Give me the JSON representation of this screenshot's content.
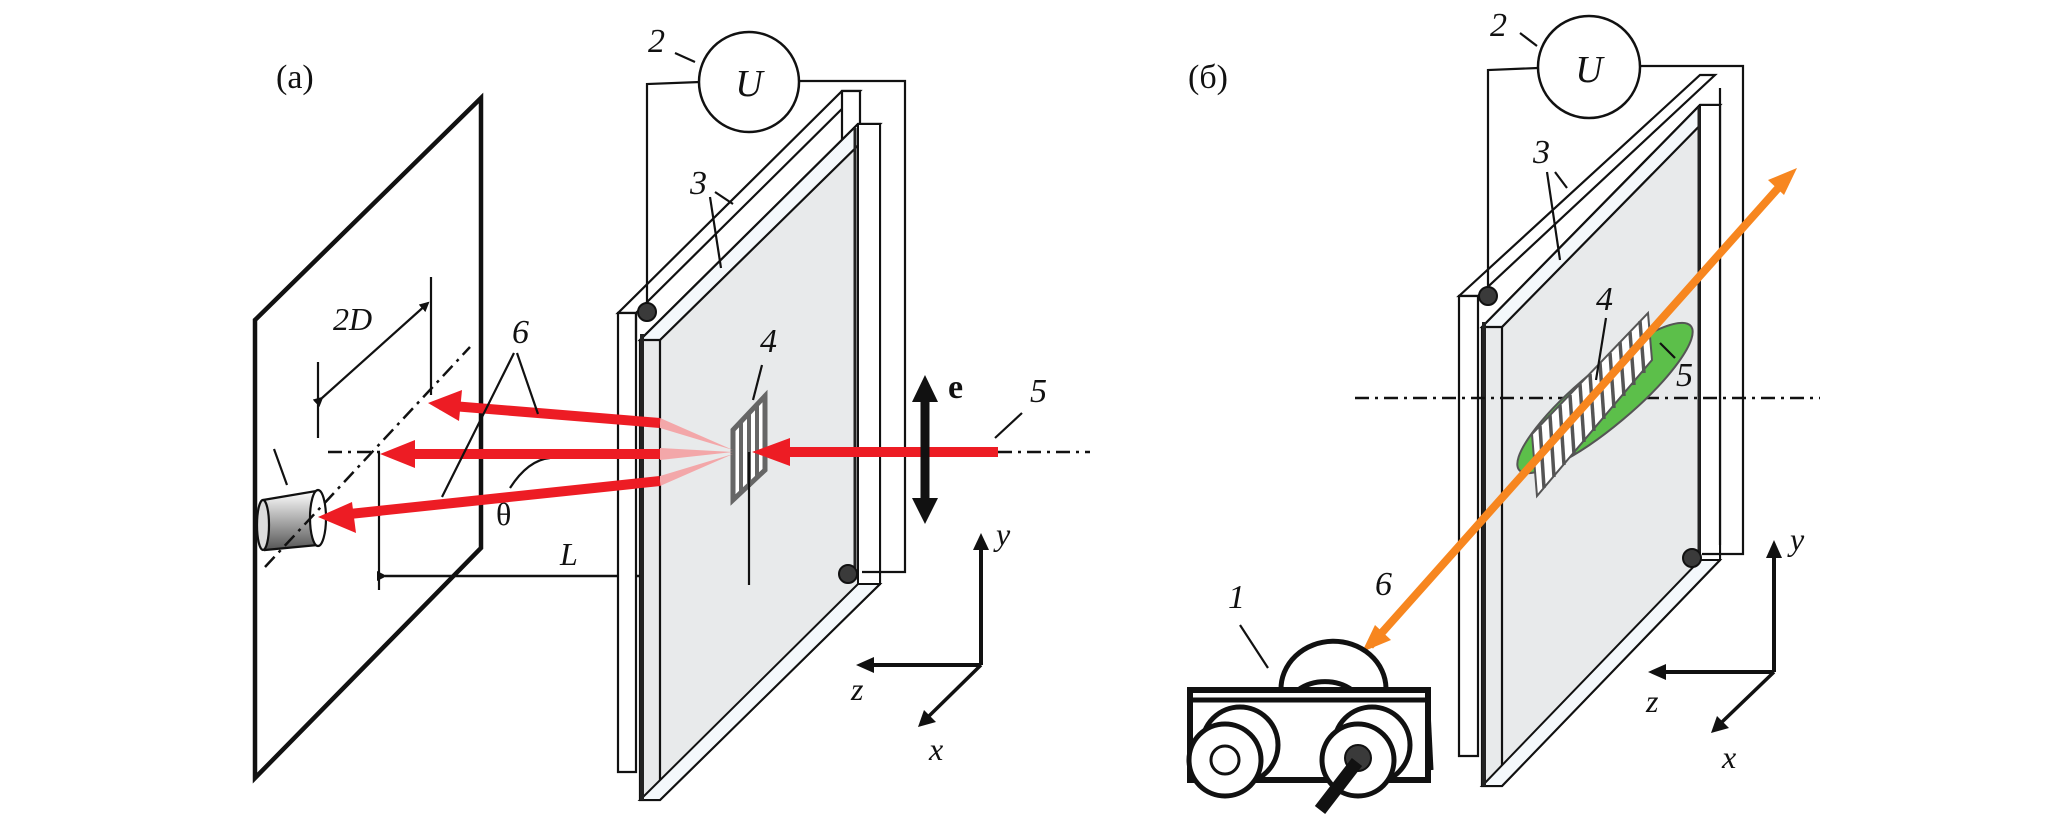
{
  "figure": {
    "panels": [
      {
        "id": "a",
        "label": "(a)",
        "callouts": {
          "source_voltage": "2",
          "electrodes": "3",
          "grating": "4",
          "laser_beam": "5",
          "diffracted_beams": "6"
        },
        "voltage_symbol": "U",
        "polarization_symbol": "e",
        "dimension_2D": "2D",
        "dimension_L": "L",
        "angle_symbol": "θ",
        "axes": {
          "x": "x",
          "y": "y",
          "z": "z"
        }
      },
      {
        "id": "b",
        "label": "(б)",
        "callouts": {
          "camera": "1",
          "source_voltage": "2",
          "electrodes": "3",
          "grating": "4",
          "spot": "5",
          "beam": "6"
        },
        "voltage_symbol": "U",
        "axes": {
          "x": "x",
          "y": "y",
          "z": "z"
        }
      }
    ],
    "colors": {
      "laser_red": "#ed1c24",
      "beam_orange": "#f7861f",
      "spot_green": "#5cbf4a",
      "plate_fill": "#e8eaeb",
      "edge_fill": "#f4f8fb",
      "contact_dark": "#3a3a3a"
    }
  }
}
